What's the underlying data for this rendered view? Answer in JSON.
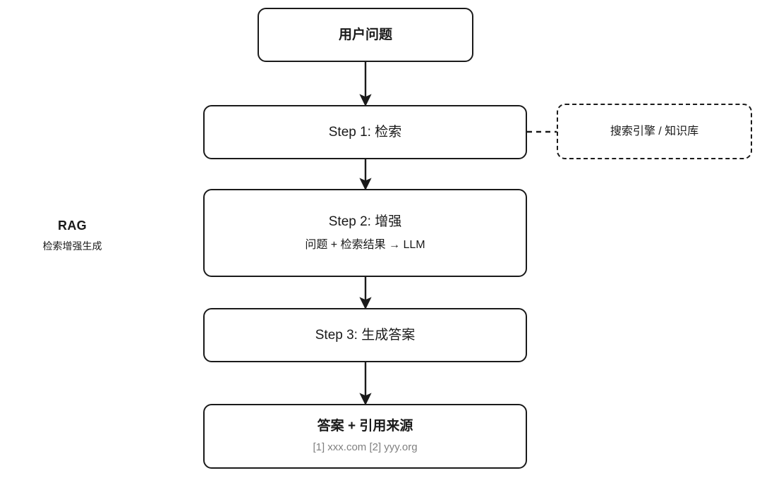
{
  "diagram": {
    "caption": {
      "title": "RAG",
      "subtitle": "检索增强生成"
    },
    "nodes": {
      "user_question": {
        "label": "用户问题",
        "shape": "rounded-rect",
        "style": "solid"
      },
      "step1": {
        "label": "Step 1: 检索",
        "shape": "rounded-rect",
        "style": "solid"
      },
      "step2": {
        "label": "Step 2: 增强",
        "detail": "问题 + 检索结果 → LLM",
        "shape": "rounded-rect",
        "style": "solid"
      },
      "step3": {
        "label": "Step 3: 生成答案",
        "shape": "rounded-rect",
        "style": "solid"
      },
      "answer": {
        "label": "答案 + 引用来源",
        "detail": "[1] xxx.com [2] yyy.org",
        "shape": "rounded-rect",
        "style": "solid"
      },
      "knowledge_source": {
        "label": "搜索引擎 / 知识库",
        "shape": "rounded-rect",
        "style": "dashed"
      }
    },
    "edges": [
      {
        "from": "user_question",
        "to": "step1",
        "style": "solid",
        "arrow": "down"
      },
      {
        "from": "step1",
        "to": "step2",
        "style": "solid",
        "arrow": "down"
      },
      {
        "from": "step2",
        "to": "step3",
        "style": "solid",
        "arrow": "down"
      },
      {
        "from": "step3",
        "to": "answer",
        "style": "solid",
        "arrow": "down"
      },
      {
        "from": "step1",
        "to": "knowledge_source",
        "style": "dashed",
        "arrow": "none"
      }
    ],
    "colors": {
      "stroke": "#1a1a1a",
      "background": "#ffffff",
      "text": "#1a1a1a",
      "muted_text": "#808080"
    }
  }
}
